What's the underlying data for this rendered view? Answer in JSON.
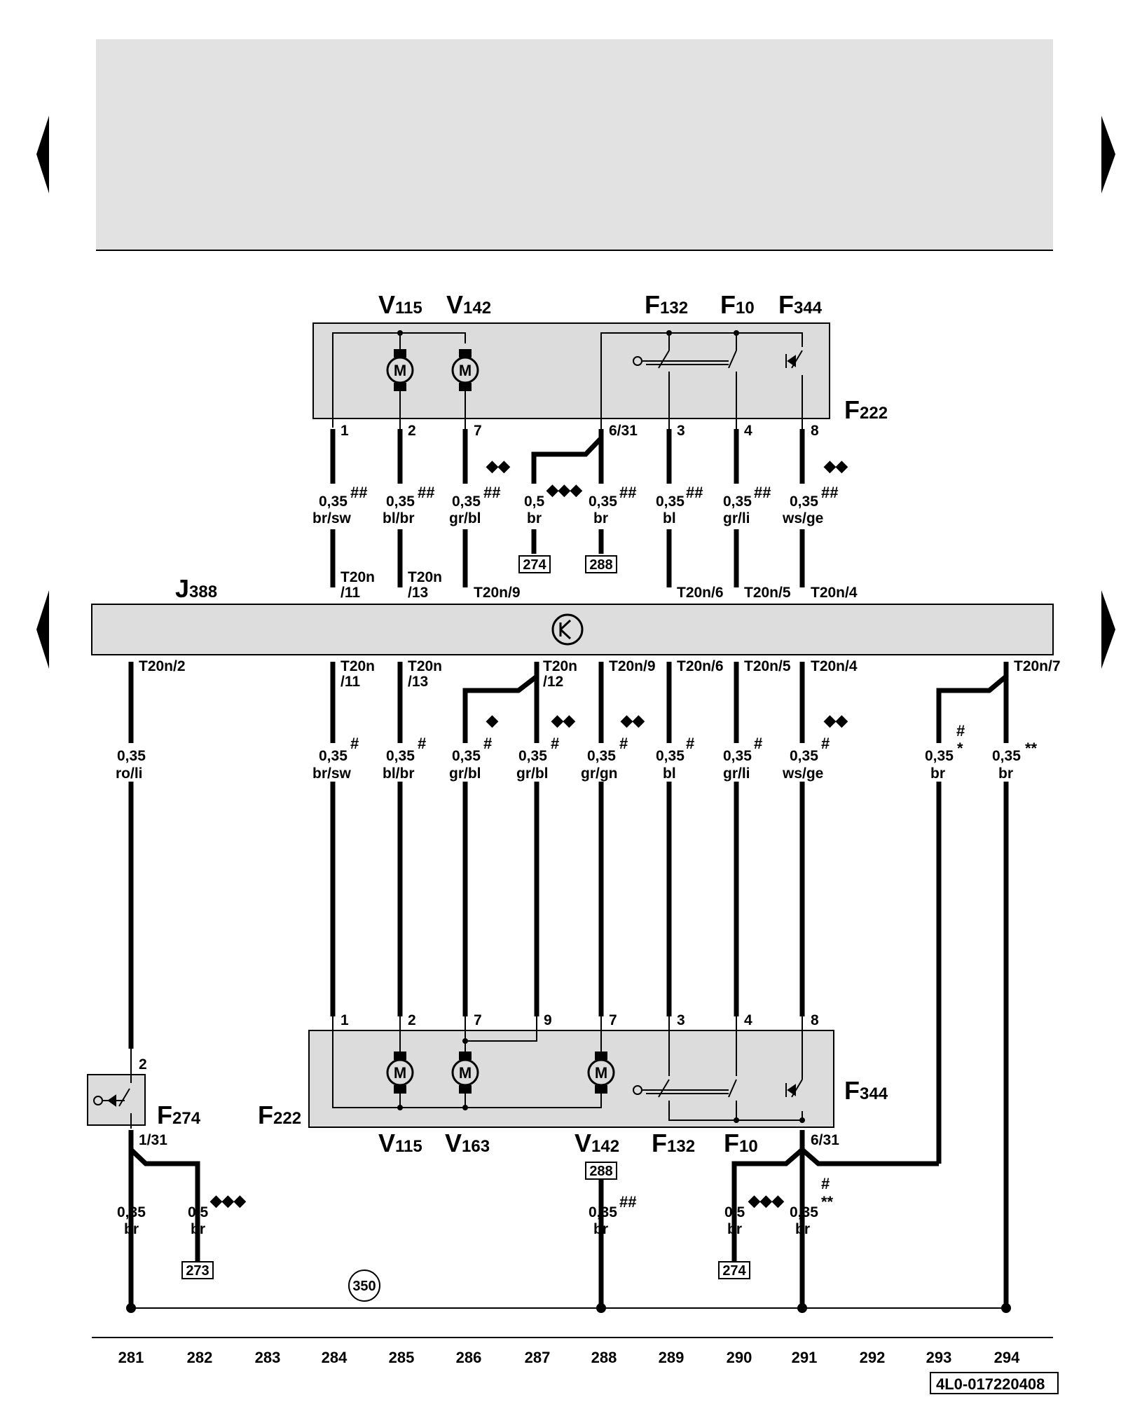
{
  "nav": {
    "prev_icon": "triangle-left-icon",
    "next_icon": "triangle-right-icon"
  },
  "colors": {
    "header_band": "#e2e2e2",
    "control_unit_band": "#dddddd",
    "box_fill": "#dcdcdc",
    "wire": "#000000"
  },
  "top_section": {
    "title_labels": [
      {
        "main": "V",
        "sub": "115"
      },
      {
        "main": "V",
        "sub": "142"
      },
      {
        "main": "F",
        "sub": "132"
      },
      {
        "main": "F",
        "sub": "10"
      },
      {
        "main": "F",
        "sub": "344"
      }
    ],
    "box_label": {
      "main": "F",
      "sub": "222"
    },
    "pins": [
      "1",
      "2",
      "7",
      "6/31",
      "3",
      "4",
      "8"
    ],
    "wires": [
      {
        "size": "0,35",
        "mark": "##",
        "color": "br/sw",
        "conn": "T20n",
        "conn2": "/11"
      },
      {
        "size": "0,35",
        "mark": "##",
        "color": "bl/br",
        "conn": "T20n",
        "conn2": "/13"
      },
      {
        "size": "0,35",
        "mark": "##",
        "extra": "◆◆",
        "color": "gr/bl",
        "conn": "T20n/9"
      },
      {
        "size": "0,5",
        "mark": "◆◆◆",
        "color": "br",
        "ref": "274"
      },
      {
        "size": "0,35",
        "mark": "##",
        "color": "br",
        "ref": "288"
      },
      {
        "size": "0,35",
        "mark": "##",
        "color": "bl",
        "conn": "T20n/6"
      },
      {
        "size": "0,35",
        "mark": "##",
        "color": "gr/li",
        "conn": "T20n/5"
      },
      {
        "size": "0,35",
        "mark": "##",
        "extra": "◆◆",
        "color": "ws/ge",
        "conn": "T20n/4"
      }
    ]
  },
  "control_unit": {
    "main": "J",
    "sub": "388",
    "icon": "electronic-unit-icon"
  },
  "bottom_section": {
    "connectors": [
      "T20n/2",
      "T20n",
      "/11",
      "T20n",
      "/13",
      "T20n",
      "/12",
      "T20n/9",
      "T20n/6",
      "T20n/5",
      "T20n/4",
      "T20n/7"
    ],
    "wires": [
      {
        "size": "0,35",
        "mark": "",
        "color": "ro/li"
      },
      {
        "size": "0,35",
        "mark": "#",
        "color": "br/sw"
      },
      {
        "size": "0,35",
        "mark": "#",
        "color": "bl/br"
      },
      {
        "size": "0,35",
        "mark": "#",
        "extra": "◆",
        "color": "gr/bl"
      },
      {
        "size": "0,35",
        "mark": "#",
        "extra": "◆◆",
        "color": "gr/bl"
      },
      {
        "size": "0,35",
        "mark": "#",
        "extra": "◆◆",
        "color": "gr/gn"
      },
      {
        "size": "0,35",
        "mark": "#",
        "color": "bl"
      },
      {
        "size": "0,35",
        "mark": "#",
        "color": "gr/li"
      },
      {
        "size": "0,35",
        "mark": "#",
        "extra": "◆◆",
        "color": "ws/ge"
      },
      {
        "size": "0,35",
        "mark": "#",
        "mark2": "*",
        "color": "br"
      },
      {
        "size": "0,35",
        "mark": "**",
        "color": "br"
      }
    ],
    "box_pins": [
      "1",
      "2",
      "7",
      "9",
      "7",
      "3",
      "4",
      "8"
    ],
    "box_labels": [
      {
        "main": "V",
        "sub": "115"
      },
      {
        "main": "V",
        "sub": "163"
      },
      {
        "main": "V",
        "sub": "142"
      },
      {
        "main": "F",
        "sub": "132"
      },
      {
        "main": "F",
        "sub": "10"
      },
      {
        "main": "F",
        "sub": "344"
      },
      {
        "main": "F",
        "sub": "222"
      },
      {
        "main": "F",
        "sub": "274"
      }
    ],
    "switch_pins": [
      "2",
      "1/31",
      "6/31"
    ],
    "ground_wires": [
      {
        "size": "0,35",
        "color": "br"
      },
      {
        "size": "0,5",
        "mark": "◆◆◆",
        "color": "br",
        "ref": "273"
      },
      {
        "size": "0,35",
        "mark": "##",
        "color": "br",
        "ref_above": "288"
      },
      {
        "size": "0,5",
        "mark": "◆◆◆",
        "color": "br",
        "ref": "274"
      },
      {
        "size": "0,35",
        "mark": "#",
        "mark2": "**",
        "color": "br"
      }
    ],
    "ground_point": "350"
  },
  "column_numbers": [
    "281",
    "282",
    "283",
    "284",
    "285",
    "286",
    "287",
    "288",
    "289",
    "290",
    "291",
    "292",
    "293",
    "294"
  ],
  "doc_id": "4L0-017220408"
}
